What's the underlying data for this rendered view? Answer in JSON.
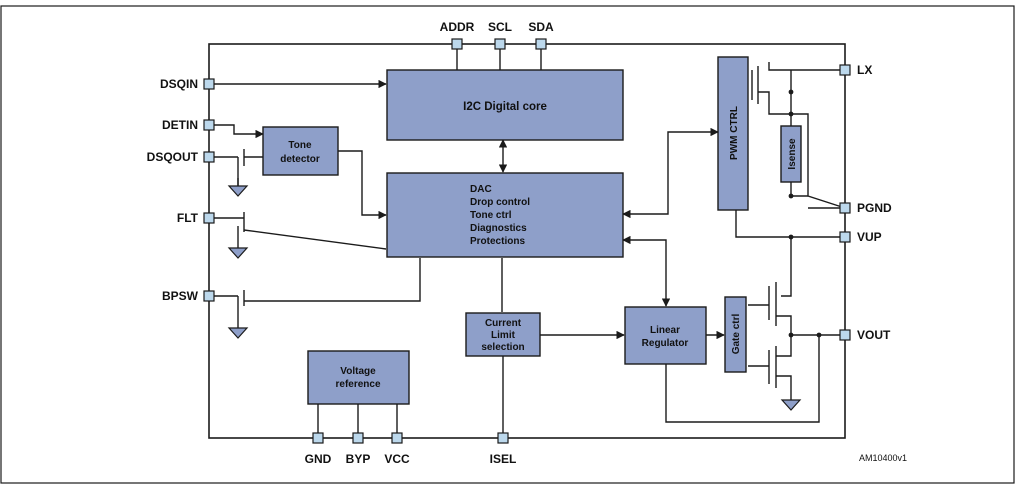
{
  "pins": {
    "addr": "ADDR",
    "scl": "SCL",
    "sda": "SDA",
    "dsqin": "DSQIN",
    "detin": "DETIN",
    "dsqout": "DSQOUT",
    "flt": "FLT",
    "bpsw": "BPSW",
    "lx": "LX",
    "pgnd": "PGND",
    "vup": "VUP",
    "vout": "VOUT",
    "gnd": "GND",
    "byp": "BYP",
    "vcc": "VCC",
    "isel": "ISEL"
  },
  "blocks": {
    "digital_core": "I2C Digital core",
    "tone_detector": [
      "Tone",
      "detector"
    ],
    "main_block": [
      "DAC",
      "Drop control",
      "Tone ctrl",
      "Diagnostics",
      "Protections"
    ],
    "pwm_ctrl": "PWM CTRL",
    "isense": "Isense",
    "current_limit": [
      "Current",
      "Limit",
      "selection"
    ],
    "linear_regulator": [
      "Linear",
      "Regulator"
    ],
    "gate_ctrl": "Gate ctrl",
    "voltage_reference": [
      "Voltage",
      "reference"
    ]
  },
  "reference_code": "AM10400v1",
  "colors": {
    "block_fill": "#8e9fc9",
    "pin_fill": "#bcd8ec",
    "line": "#1b1b1b"
  }
}
